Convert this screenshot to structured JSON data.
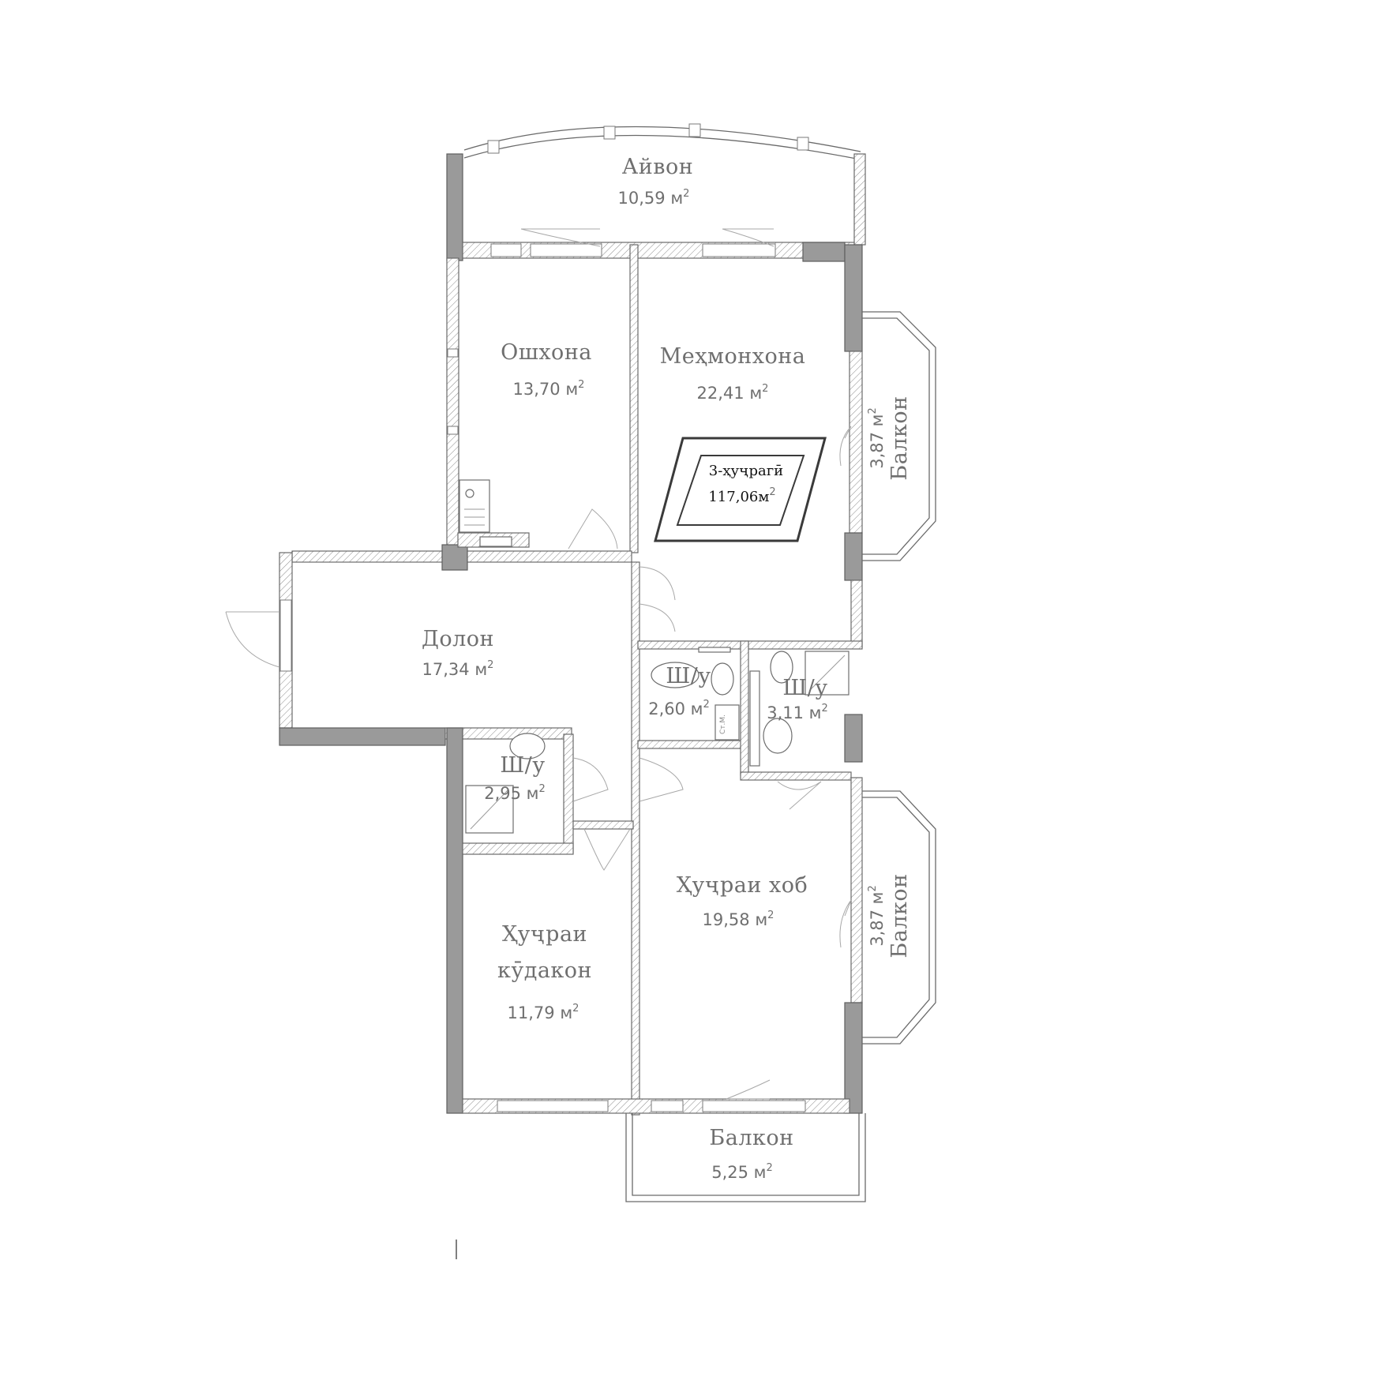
{
  "plan": {
    "badge": {
      "title": "3-ҳуҷрагӣ",
      "area": "117,06м",
      "sup": "2"
    },
    "rooms": {
      "ayvon": {
        "name": "Айвон",
        "area": "10,59 м",
        "sup": "2"
      },
      "oshkhona": {
        "name": "Ошхона",
        "area": "13,70 м",
        "sup": "2"
      },
      "mehmonkhona": {
        "name": "Меҳмонхона",
        "area": "22,41 м",
        "sup": "2"
      },
      "balkon_top": {
        "name": "Балкон",
        "area": "3,87 м",
        "sup": "2"
      },
      "dolon": {
        "name": "Долон",
        "area": "17,34 м",
        "sup": "2"
      },
      "shu_mid": {
        "name": "Ш/у",
        "area": "2,60 м",
        "sup": "2"
      },
      "shu_right": {
        "name": "Ш/у",
        "area": "3,11 м",
        "sup": "2"
      },
      "shu_left": {
        "name": "Ш/у",
        "area": "2,95 м",
        "sup": "2"
      },
      "khob": {
        "name": "Ҳуҷраи хоб",
        "area": "19,58 м",
        "sup": "2"
      },
      "balkon_mid": {
        "name": "Балкон",
        "area": "3,87 м",
        "sup": "2"
      },
      "kudakon": {
        "name_line1": "Ҳуҷраи",
        "name_line2": "кӯдакон",
        "area": "11,79 м",
        "sup": "2"
      },
      "balkon_bottom": {
        "name": "Балкон",
        "area": "5,25 м",
        "sup": "2"
      }
    },
    "shaft_label": "Ст.М."
  }
}
